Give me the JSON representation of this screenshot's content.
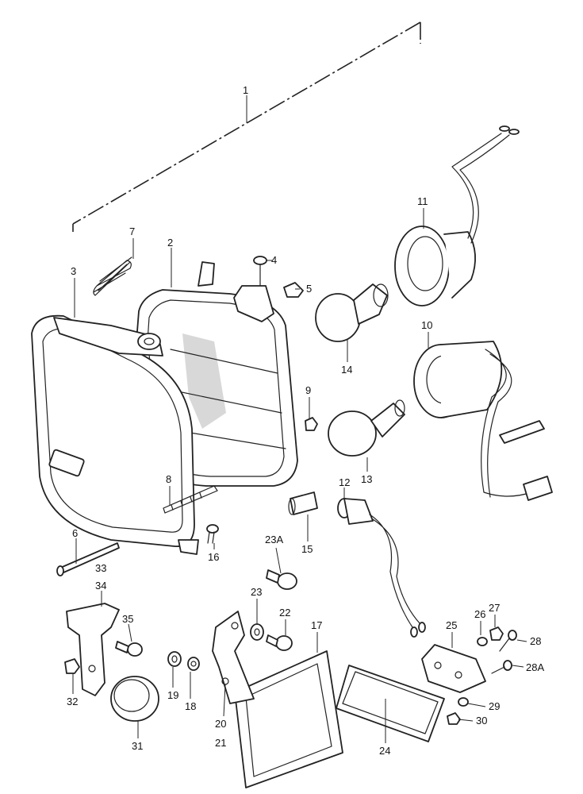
{
  "callouts": [
    {
      "id": "c1",
      "text": "1"
    },
    {
      "id": "c2",
      "text": "2"
    },
    {
      "id": "c3",
      "text": "3"
    },
    {
      "id": "c4",
      "text": "4"
    },
    {
      "id": "c5",
      "text": "5"
    },
    {
      "id": "c6",
      "text": "6"
    },
    {
      "id": "c7",
      "text": "7"
    },
    {
      "id": "c8",
      "text": "8"
    },
    {
      "id": "c9",
      "text": "9"
    },
    {
      "id": "c10",
      "text": "10"
    },
    {
      "id": "c11",
      "text": "11"
    },
    {
      "id": "c12",
      "text": "12"
    },
    {
      "id": "c13",
      "text": "13"
    },
    {
      "id": "c14",
      "text": "14"
    },
    {
      "id": "c15",
      "text": "15"
    },
    {
      "id": "c16",
      "text": "16"
    },
    {
      "id": "c17",
      "text": "17"
    },
    {
      "id": "c18",
      "text": "18"
    },
    {
      "id": "c19",
      "text": "19"
    },
    {
      "id": "c20",
      "text": "20"
    },
    {
      "id": "c21",
      "text": "21"
    },
    {
      "id": "c22",
      "text": "22"
    },
    {
      "id": "c23",
      "text": "23"
    },
    {
      "id": "c23A",
      "text": "23A"
    },
    {
      "id": "c24",
      "text": "24"
    },
    {
      "id": "c25",
      "text": "25"
    },
    {
      "id": "c26",
      "text": "26"
    },
    {
      "id": "c27",
      "text": "27"
    },
    {
      "id": "c28",
      "text": "28"
    },
    {
      "id": "c28A",
      "text": "28A"
    },
    {
      "id": "c29",
      "text": "29"
    },
    {
      "id": "c30",
      "text": "30"
    },
    {
      "id": "c31",
      "text": "31"
    },
    {
      "id": "c32",
      "text": "32"
    },
    {
      "id": "c33",
      "text": "33"
    },
    {
      "id": "c34",
      "text": "34"
    },
    {
      "id": "c35",
      "text": "35"
    }
  ]
}
